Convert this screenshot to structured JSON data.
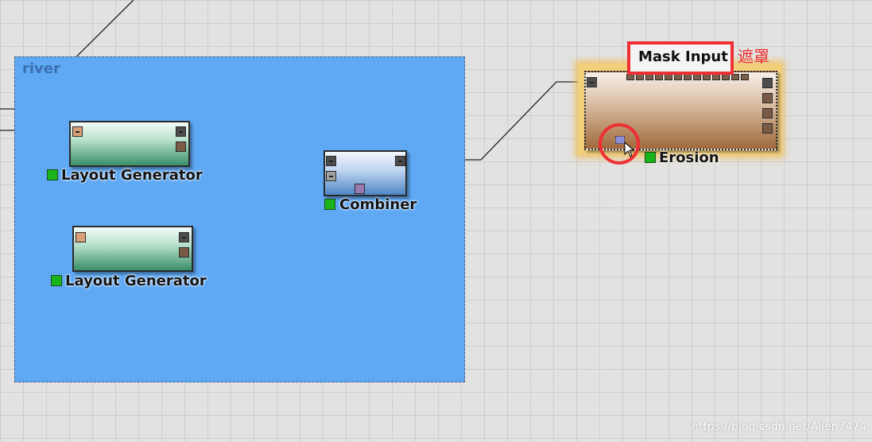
{
  "group": {
    "label": "river"
  },
  "nodes": {
    "layout_generator_1": {
      "label": "Layout Generator"
    },
    "layout_generator_2": {
      "label": "Layout Generator"
    },
    "combiner": {
      "label": "Combiner"
    },
    "erosion": {
      "label": "Erosion"
    }
  },
  "annotation": {
    "callout_text": "Mask Input",
    "callout_note": "遮罩"
  },
  "watermark": "https://blog.csdn.net/Allen7474",
  "colors": {
    "group_fill": "#5fa9f4",
    "status_active": "#19b519",
    "annotation_red": "#ee2f33",
    "highlight_gold": "#f2cf7a"
  },
  "icons": [
    "port-connector",
    "status-indicator",
    "mouse-cursor-icon"
  ]
}
